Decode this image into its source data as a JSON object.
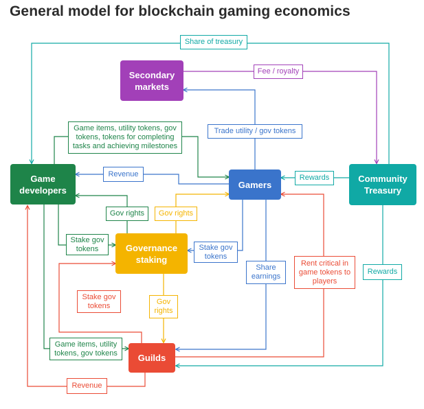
{
  "title": "General model for blockchain gaming economics",
  "colors": {
    "purple": "#a240b8",
    "green": "#1e8449",
    "blue": "#3a74cb",
    "teal": "#10a9a5",
    "yellow": "#f4b400",
    "red": "#ea4b35"
  },
  "nodes": {
    "secondary_markets": "Secondary markets",
    "game_developers": "Game developers",
    "gamers": "Gamers",
    "community_treasury": "Community Treasury",
    "governance_staking": "Governance staking",
    "guilds": "Guilds"
  },
  "edges": {
    "share_of_treasury": "Share of treasury",
    "fee_royalty": "Fee / royalty",
    "trade_utility_gov_tokens": "Trade utility / gov tokens",
    "game_items_rewards": "Game items, utility tokens, gov tokens, tokens for completing tasks and achieving milestones",
    "revenue_gamers": "Revenue",
    "rewards_treasury_gamers": "Rewards",
    "gov_rights_devs": "Gov rights",
    "gov_rights_gamers": "Gov rights",
    "stake_gov_tokens_devs": "Stake gov tokens",
    "stake_gov_tokens_gamers": "Stake gov tokens",
    "share_earnings": "Share earnings",
    "rent_critical_tokens": "Rent critical in game tokens to players",
    "rewards_treasury_guilds": "Rewards",
    "stake_gov_tokens_guilds": "Stake gov tokens",
    "gov_rights_guilds": "Gov rights",
    "game_items_guilds": "Game items, utility tokens, gov tokens",
    "revenue_guilds": "Revenue"
  }
}
